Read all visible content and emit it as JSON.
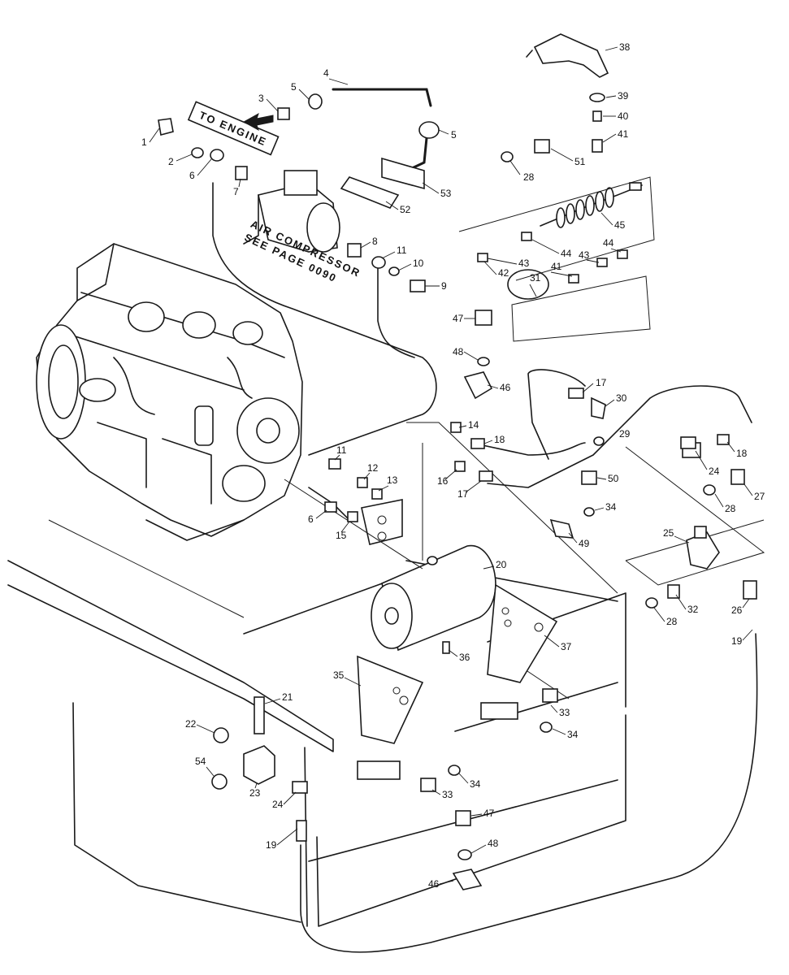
{
  "banner": {
    "line1": "TO ENGINE"
  },
  "compressor_note": {
    "line1": "AIR COMPRESSOR",
    "line2": "SEE PAGE 0090"
  },
  "callouts": [
    "1",
    "2",
    "3",
    "4",
    "5",
    "5",
    "6",
    "7",
    "8",
    "9",
    "10",
    "11",
    "52",
    "53",
    "28",
    "51",
    "38",
    "39",
    "40",
    "41",
    "45",
    "44",
    "44",
    "43",
    "43",
    "42",
    "41",
    "31",
    "47",
    "48",
    "46",
    "17",
    "30",
    "29",
    "18",
    "24",
    "27",
    "28",
    "14",
    "18",
    "11",
    "12",
    "13",
    "16",
    "17",
    "50",
    "34",
    "6",
    "15",
    "49",
    "25",
    "26",
    "19",
    "20",
    "28",
    "32",
    "36",
    "37",
    "35",
    "21",
    "22",
    "54",
    "23",
    "24",
    "19",
    "33",
    "34",
    "33",
    "34",
    "47",
    "48",
    "46"
  ]
}
